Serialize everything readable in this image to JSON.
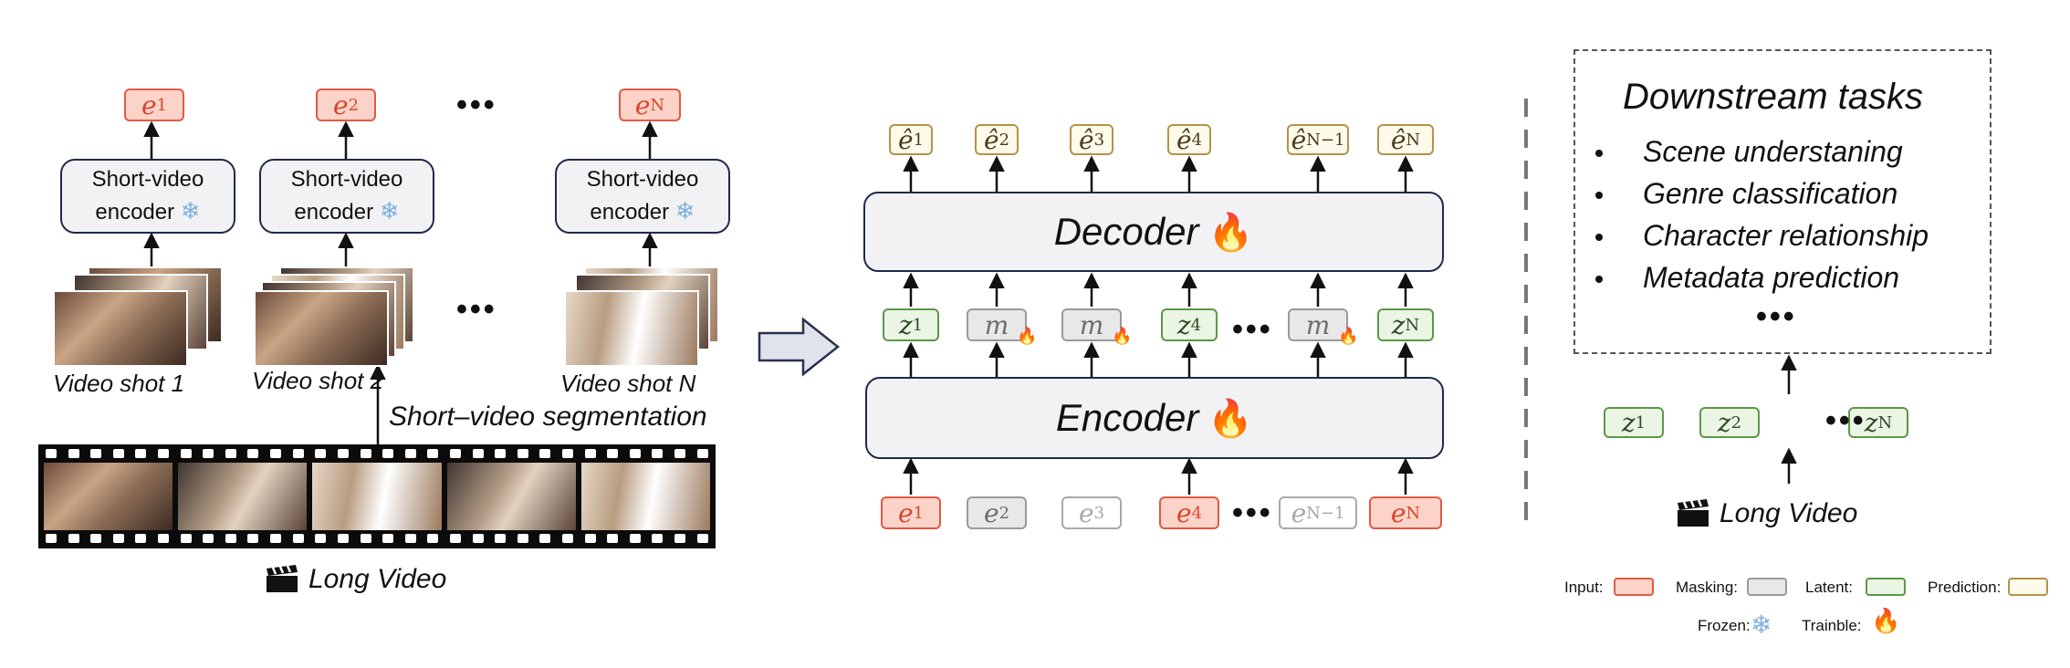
{
  "left": {
    "shots": [
      {
        "out_token": {
          "base": "e",
          "sub": "1"
        },
        "encoder_label": [
          "Short-video",
          "encoder"
        ],
        "caption": "Video shot 1"
      },
      {
        "out_token": {
          "base": "e",
          "sub": "2"
        },
        "encoder_label": [
          "Short-video",
          "encoder"
        ],
        "caption": "Video shot 2"
      },
      {
        "out_token": {
          "base": "e",
          "sub": "N"
        },
        "encoder_label": [
          "Short-video",
          "encoder"
        ],
        "caption": "Video shot N"
      }
    ],
    "ellipsis": "•••",
    "segmentation_label": "Short–video segmentation",
    "long_video_label": "Long Video",
    "frozen_icon": "snowflake-icon",
    "clapper_icon": "clapperboard-icon"
  },
  "middle": {
    "decoder_label": "Decoder",
    "encoder_label": "Encoder",
    "trainable_icon": "fire-icon",
    "outputs": [
      {
        "base": "ê",
        "sub": "1"
      },
      {
        "base": "ê",
        "sub": "2"
      },
      {
        "base": "ê",
        "sub": "3"
      },
      {
        "base": "ê",
        "sub": "4"
      },
      {
        "base": "ê",
        "sub": "N−1"
      },
      {
        "base": "ê",
        "sub": "N"
      }
    ],
    "latents": [
      {
        "base": "z",
        "sub": "1",
        "kind": "latent"
      },
      {
        "base": "m",
        "sub": "",
        "kind": "mask"
      },
      {
        "base": "m",
        "sub": "",
        "kind": "mask"
      },
      {
        "base": "z",
        "sub": "4",
        "kind": "latent"
      },
      {
        "base": "m",
        "sub": "",
        "kind": "mask"
      },
      {
        "base": "z",
        "sub": "N",
        "kind": "latent"
      }
    ],
    "inputs": [
      {
        "base": "e",
        "sub": "1",
        "kind": "input"
      },
      {
        "base": "e",
        "sub": "2",
        "kind": "mask"
      },
      {
        "base": "e",
        "sub": "3",
        "kind": "mask-light"
      },
      {
        "base": "e",
        "sub": "4",
        "kind": "input"
      },
      {
        "base": "e",
        "sub": "N−1",
        "kind": "mask-light"
      },
      {
        "base": "e",
        "sub": "N",
        "kind": "input"
      }
    ],
    "ellipsis": "•••"
  },
  "right": {
    "title": "Downstream tasks",
    "tasks": [
      "Scene understaning",
      "Genre classification",
      "Character relationship",
      "Metadata prediction"
    ],
    "more": "•••",
    "latents": [
      {
        "base": "z",
        "sub": "1"
      },
      {
        "base": "z",
        "sub": "2"
      },
      {
        "base": "z",
        "sub": "N"
      }
    ],
    "ellipsis": "•••",
    "long_video_label": "Long Video"
  },
  "legend": {
    "input": "Input:",
    "masking": "Masking:",
    "latent": "Latent:",
    "prediction": "Prediction:",
    "frozen": "Frozen:",
    "trainable": "Trainble:",
    "colors": {
      "input": "#fbd3c8",
      "masking": "#e8e8e8",
      "latent": "#eaf5e3",
      "prediction": "#fffaea"
    }
  }
}
